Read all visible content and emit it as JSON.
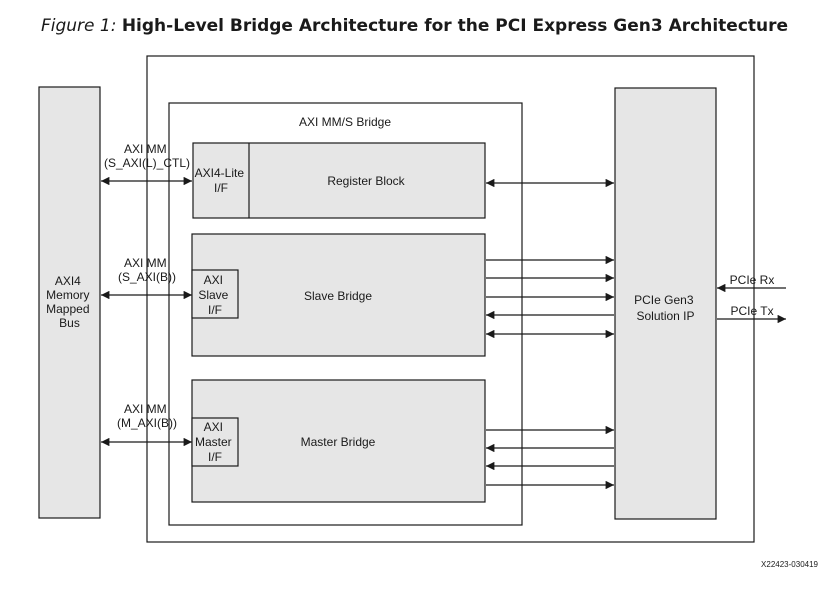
{
  "figure": {
    "prefix": "Figure 1:",
    "title": "High-Level Bridge Architecture for the PCI Express Gen3 Architecture"
  },
  "blocks": {
    "axi4_bus": [
      "AXI4",
      "Memory",
      "Mapped",
      "Bus"
    ],
    "bridge_title": "AXI MM/S Bridge",
    "register_block": "Register Block",
    "axi4_lite_if": [
      "AXI4-Lite",
      "I/F"
    ],
    "slave_bridge": "Slave Bridge",
    "axi_slave_if": [
      "AXI",
      "Slave",
      "I/F"
    ],
    "master_bridge": "Master Bridge",
    "axi_master_if": [
      "AXI",
      "Master",
      "I/F"
    ],
    "pcie_ip": [
      "PCIe Gen3",
      "Solution IP"
    ]
  },
  "interfaces": {
    "s_axil_ctl": [
      "AXI MM",
      "(S_AXI(L)_CTL)"
    ],
    "s_axi_b": [
      "AXI MM",
      "(S_AXI(B))"
    ],
    "m_axi_b": [
      "AXI MM",
      "(M_AXI(B))"
    ],
    "pcie_rx": "PCIe Rx",
    "pcie_tx": "PCIe Tx"
  },
  "footer": {
    "figure_id": "X22423-030419"
  },
  "colors": {
    "block_fill": "#e6e6e6",
    "stroke": "#1a1a1a"
  }
}
